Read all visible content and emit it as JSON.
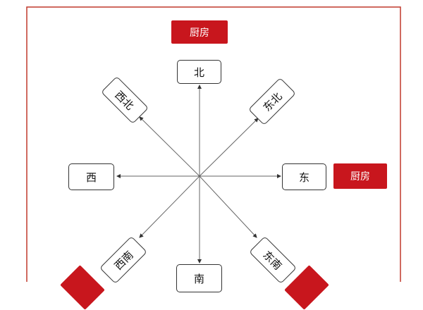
{
  "directions": {
    "north": "北",
    "northeast": "东北",
    "east": "东",
    "southeast": "东南",
    "south": "南",
    "southwest": "西南",
    "west": "西",
    "northwest": "西北"
  },
  "labels": {
    "kitchen_top": "厨房",
    "kitchen_right": "厨房"
  },
  "colors": {
    "accent": "#c8161d",
    "frame": "#c0392b"
  }
}
